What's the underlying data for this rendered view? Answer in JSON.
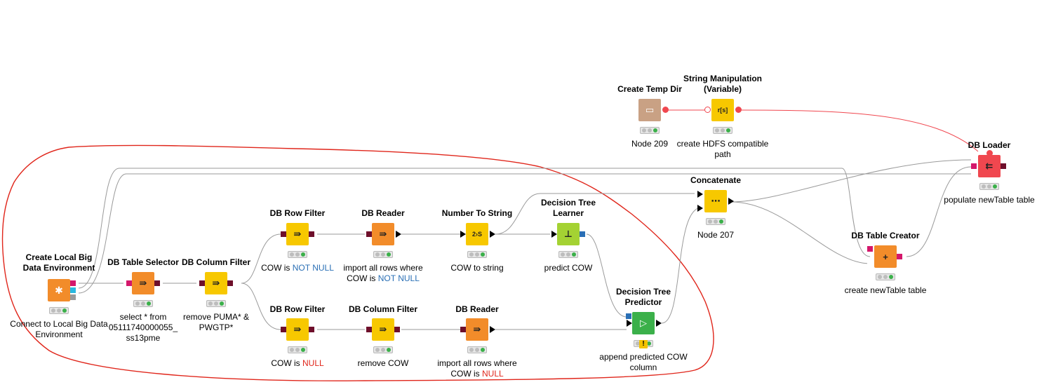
{
  "workflow": {
    "nodes": [
      {
        "id": "create_local_big_data",
        "title": "Create Local Big Data Environment",
        "label": "Connect to Local Big Data Environment",
        "icon": "star-icon",
        "color": "#f28c2a"
      },
      {
        "id": "db_table_selector",
        "title": "DB Table Selector",
        "label": "select * from 05111740000055_ ss13pme",
        "icon": "db-selector-icon",
        "color": "#f28c2a"
      },
      {
        "id": "db_column_filter_1",
        "title": "DB Column Filter",
        "label": "remove PUMA* & PWGTP*",
        "icon": "db-column-filter-icon",
        "color": "#f7c800"
      },
      {
        "id": "db_row_filter_1",
        "title": "DB Row Filter",
        "label_prefix": "COW is ",
        "label_highlight": "NOT NULL",
        "highlight_color": "#2a6fb5",
        "icon": "db-row-filter-icon",
        "color": "#f7c800"
      },
      {
        "id": "db_reader_1",
        "title": "DB Reader",
        "label_prefix": "import all rows where COW is ",
        "label_highlight": "NOT NULL",
        "highlight_color": "#2a6fb5",
        "icon": "db-reader-icon",
        "color": "#f28c2a"
      },
      {
        "id": "number_to_string",
        "title": "Number To String",
        "label": "COW to string",
        "icon": "number-to-string-icon",
        "color": "#f7c800"
      },
      {
        "id": "decision_tree_learner",
        "title": "Decision Tree Learner",
        "label": "predict COW",
        "icon": "tree-learner-icon",
        "color": "#a4d233"
      },
      {
        "id": "db_row_filter_2",
        "title": "DB Row Filter",
        "label_prefix": "COW is ",
        "label_highlight": "NULL",
        "highlight_color": "#e0261b",
        "icon": "db-row-filter-icon",
        "color": "#f7c800"
      },
      {
        "id": "db_column_filter_2",
        "title": "DB Column Filter",
        "label": "remove COW",
        "icon": "db-column-filter-icon",
        "color": "#f7c800"
      },
      {
        "id": "db_reader_2",
        "title": "DB Reader",
        "label_prefix": "import all rows where COW is ",
        "label_highlight": "NULL",
        "highlight_color": "#e0261b",
        "icon": "db-reader-icon",
        "color": "#f28c2a"
      },
      {
        "id": "decision_tree_predictor",
        "title": "Decision Tree Predictor",
        "label": "append predicted COW column",
        "icon": "tree-predictor-icon",
        "color": "#3bb04a",
        "status": "warning"
      },
      {
        "id": "concatenate",
        "title": "Concatenate",
        "label": "Node 207",
        "icon": "concatenate-icon",
        "color": "#f7c800"
      },
      {
        "id": "create_temp_dir",
        "title": "Create Temp Dir",
        "label": "Node 209",
        "icon": "folder-icon",
        "color": "#c9a184"
      },
      {
        "id": "string_manipulation_var",
        "title": "String Manipulation (Variable)",
        "label": "create HDFS compatible path",
        "icon": "string-manipulation-icon",
        "color": "#f7c800"
      },
      {
        "id": "db_table_creator",
        "title": "DB Table Creator",
        "label": "create newTable table",
        "icon": "db-table-creator-icon",
        "color": "#f28c2a"
      },
      {
        "id": "db_loader",
        "title": "DB Loader",
        "label": "populate newTable table",
        "icon": "db-loader-icon",
        "color": "#f0474f"
      }
    ]
  },
  "icons": {
    "star": "✱",
    "arrow": "⇛",
    "ntos": "2›S",
    "rs": "r[s]",
    "plus": "+",
    "warn": "!"
  },
  "colors": {
    "annotation_outline": "#e0261b",
    "connection": "#9a9a9a",
    "flow_variable": "#f0474f"
  }
}
